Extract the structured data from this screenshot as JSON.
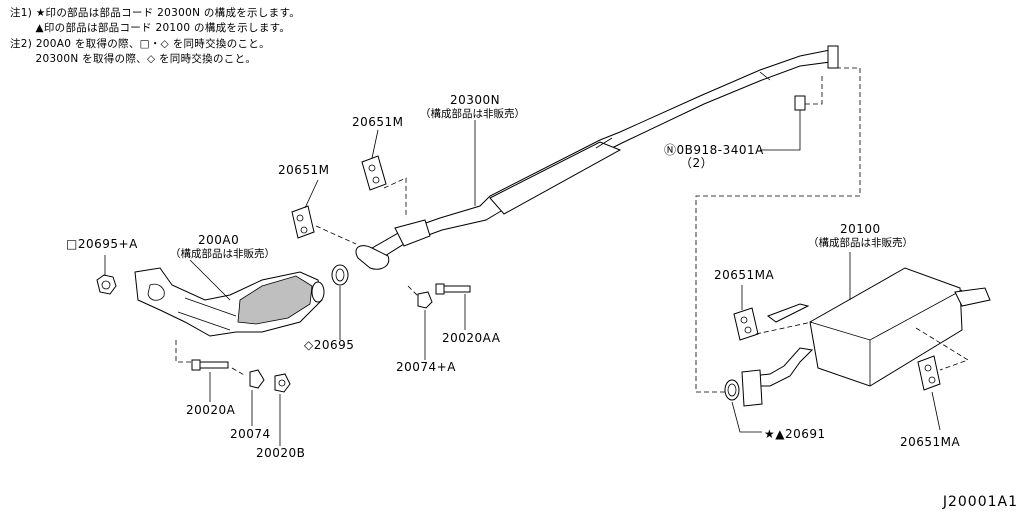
{
  "notes": [
    "注1) ★印の部品は部品コード 20300N の構成を示します。",
    "       ▲印の部品は部品コード 20100 の構成を示します。",
    "注2) 200A0 を取得の際、□・◇ を同時交換のこと。",
    "       20300N を取得の際、◇ を同時交換のこと。"
  ],
  "parts": {
    "p20695A": "□20695+A",
    "p200A0": "200A0",
    "p200A0_note": "（構成部品は非販売）",
    "p20651M_left": "20651M",
    "p20651M_top": "20651M",
    "p20300N": "20300N",
    "p20300N_note": "（構成部品は非販売）",
    "p08918": "Ⓝ0B918-3401A",
    "p08918_qty": "（2）",
    "p20100": "20100",
    "p20100_note": "（構成部品は非販売）",
    "p20651MA_left": "20651MA",
    "p20651MA_right": "20651MA",
    "p20695": "◇20695",
    "p20074A": "20074+A",
    "p20020AA": "20020AA",
    "p20020A": "20020A",
    "p20074": "20074",
    "p20020B": "20020B",
    "p20691": "★▲20691"
  },
  "drawing_number": "J20001A1"
}
